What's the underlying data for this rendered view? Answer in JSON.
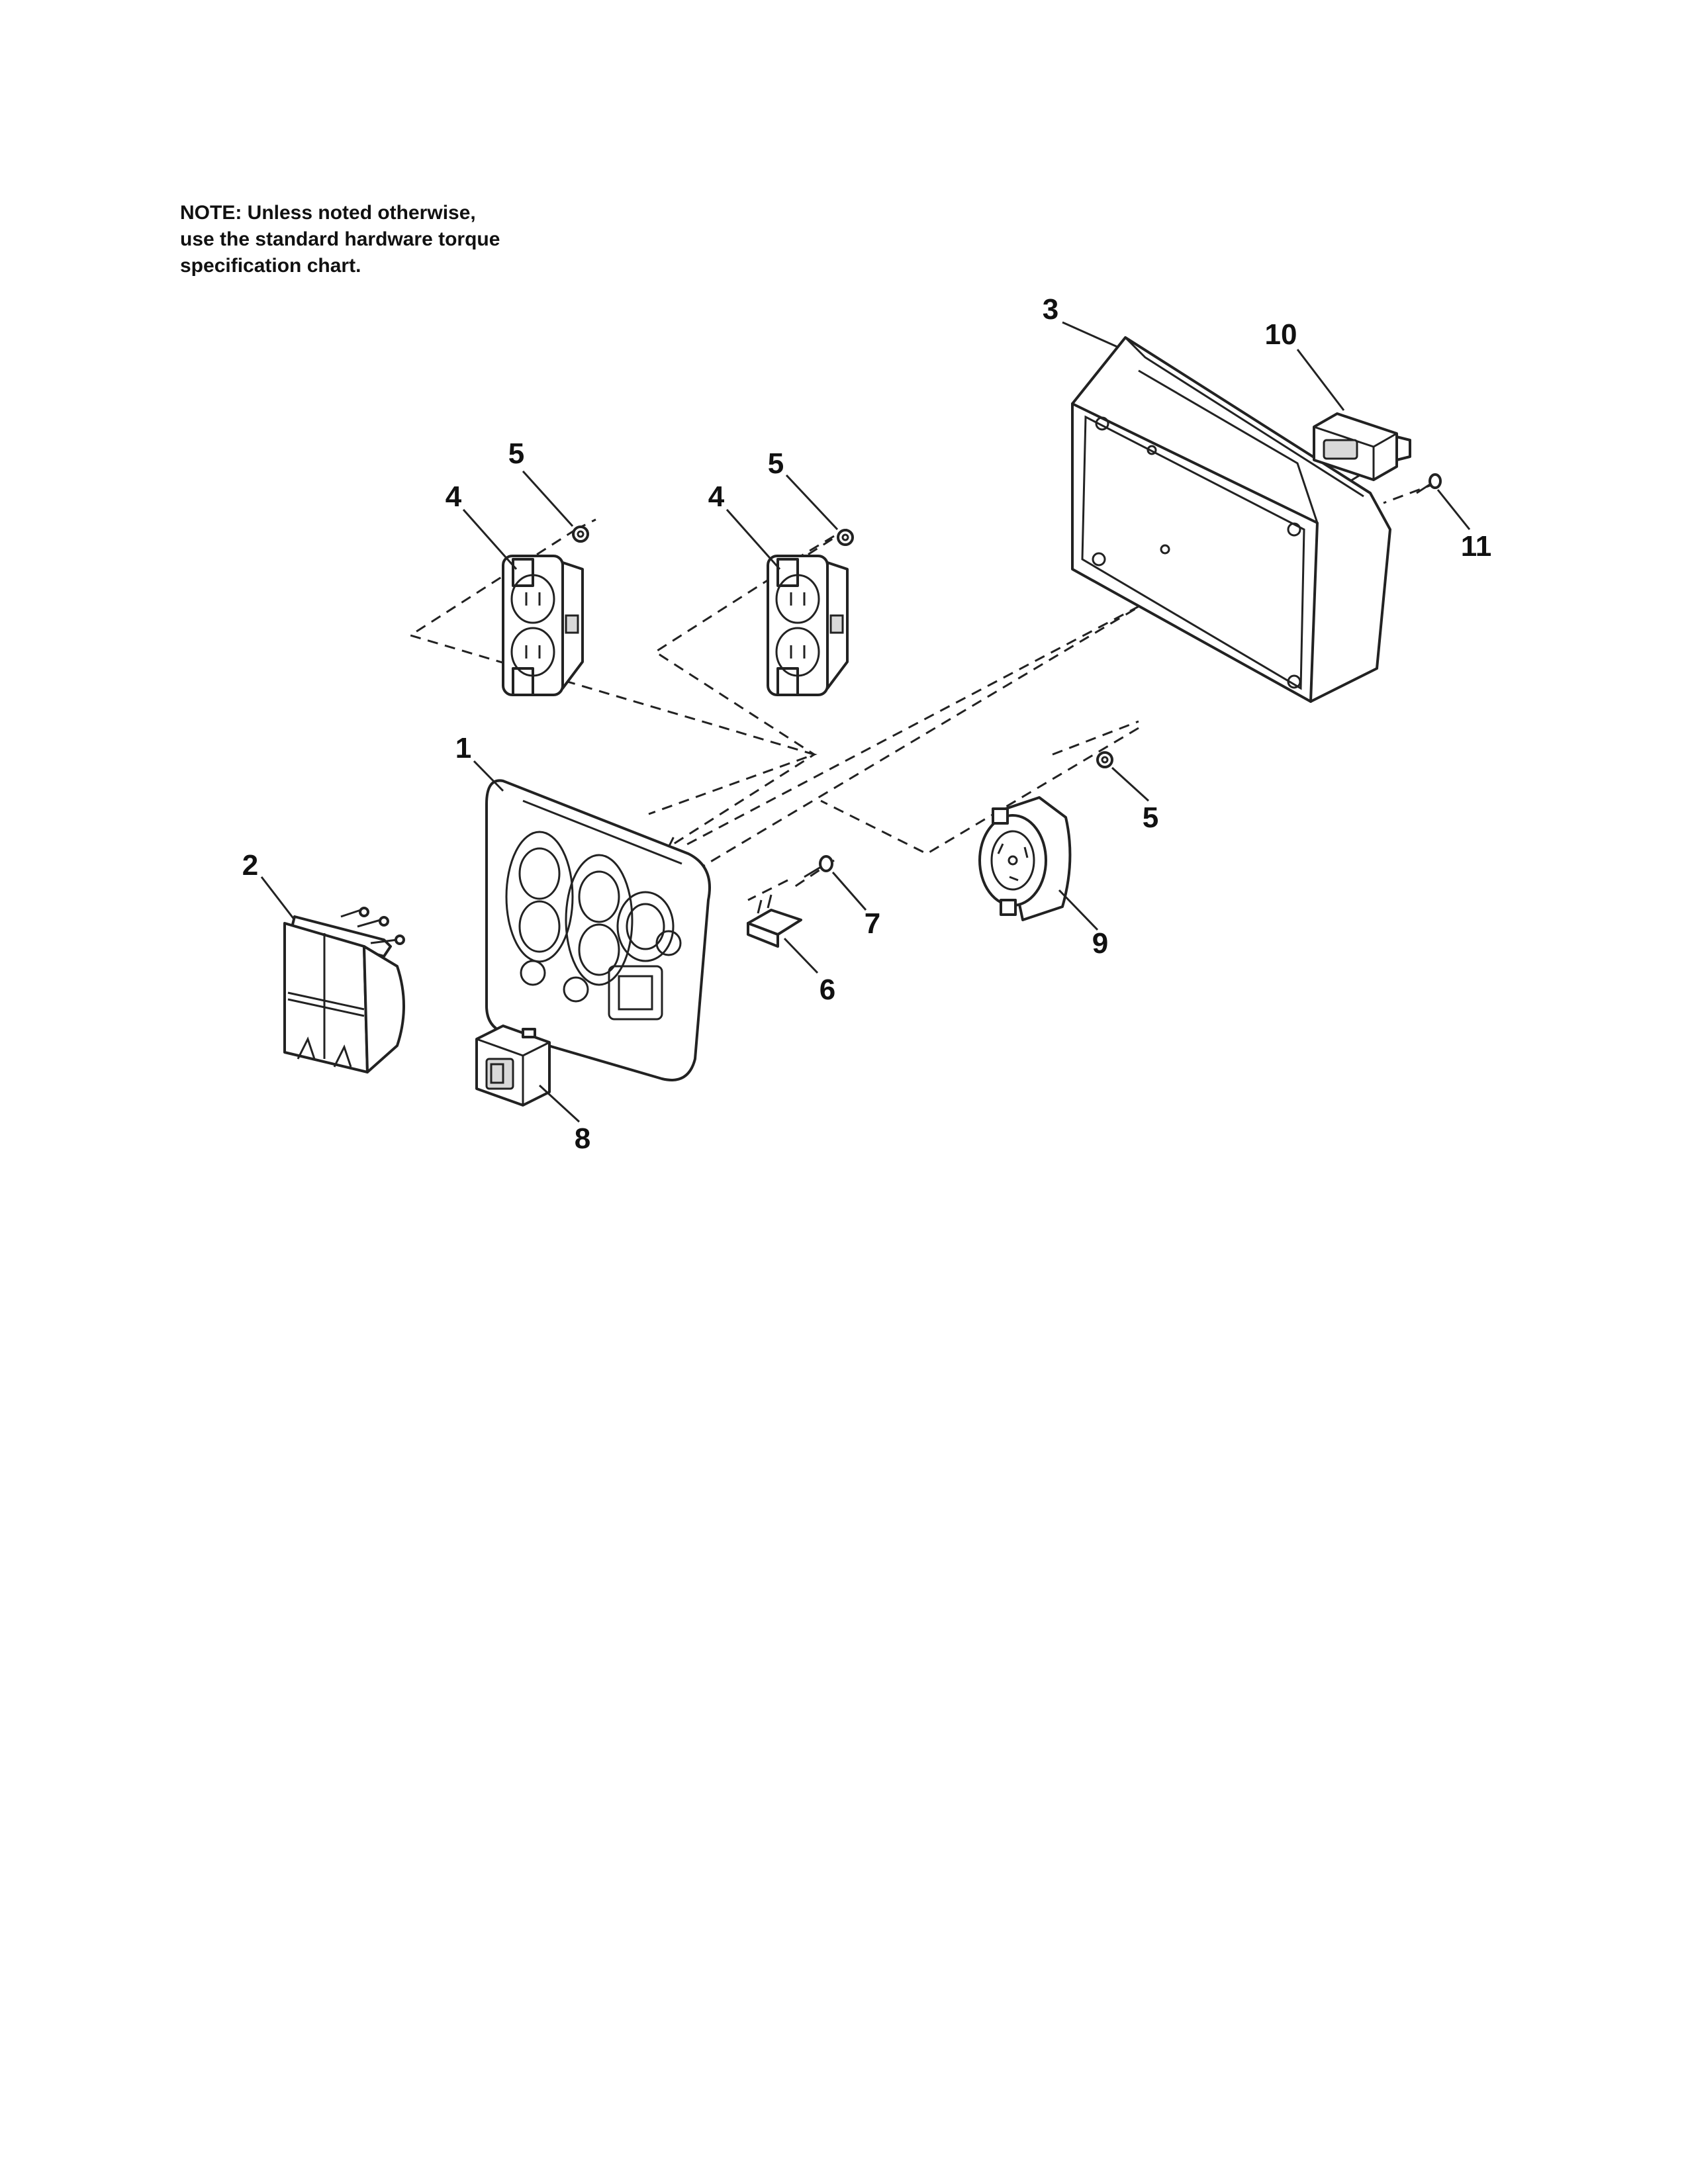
{
  "note": {
    "lines": [
      "NOTE: Unless noted otherwise,",
      "use the standard hardware torque",
      "specification chart."
    ]
  },
  "callouts": [
    "1",
    "2",
    "3",
    "4",
    "4",
    "5",
    "5",
    "5",
    "6",
    "7",
    "8",
    "9",
    "10",
    "11"
  ],
  "parts": [
    {
      "callout": "1",
      "depicts": "faceplate"
    },
    {
      "callout": "2",
      "depicts": "outlet cover"
    },
    {
      "callout": "3",
      "depicts": "control box housing"
    },
    {
      "callout": "4",
      "depicts": "duplex receptacle"
    },
    {
      "callout": "5",
      "depicts": "nut"
    },
    {
      "callout": "6",
      "depicts": "connector"
    },
    {
      "callout": "7",
      "depicts": "screw"
    },
    {
      "callout": "8",
      "depicts": "switch"
    },
    {
      "callout": "9",
      "depicts": "twist-lock receptacle"
    },
    {
      "callout": "10",
      "depicts": "switch"
    },
    {
      "callout": "11",
      "depicts": "screw"
    }
  ]
}
